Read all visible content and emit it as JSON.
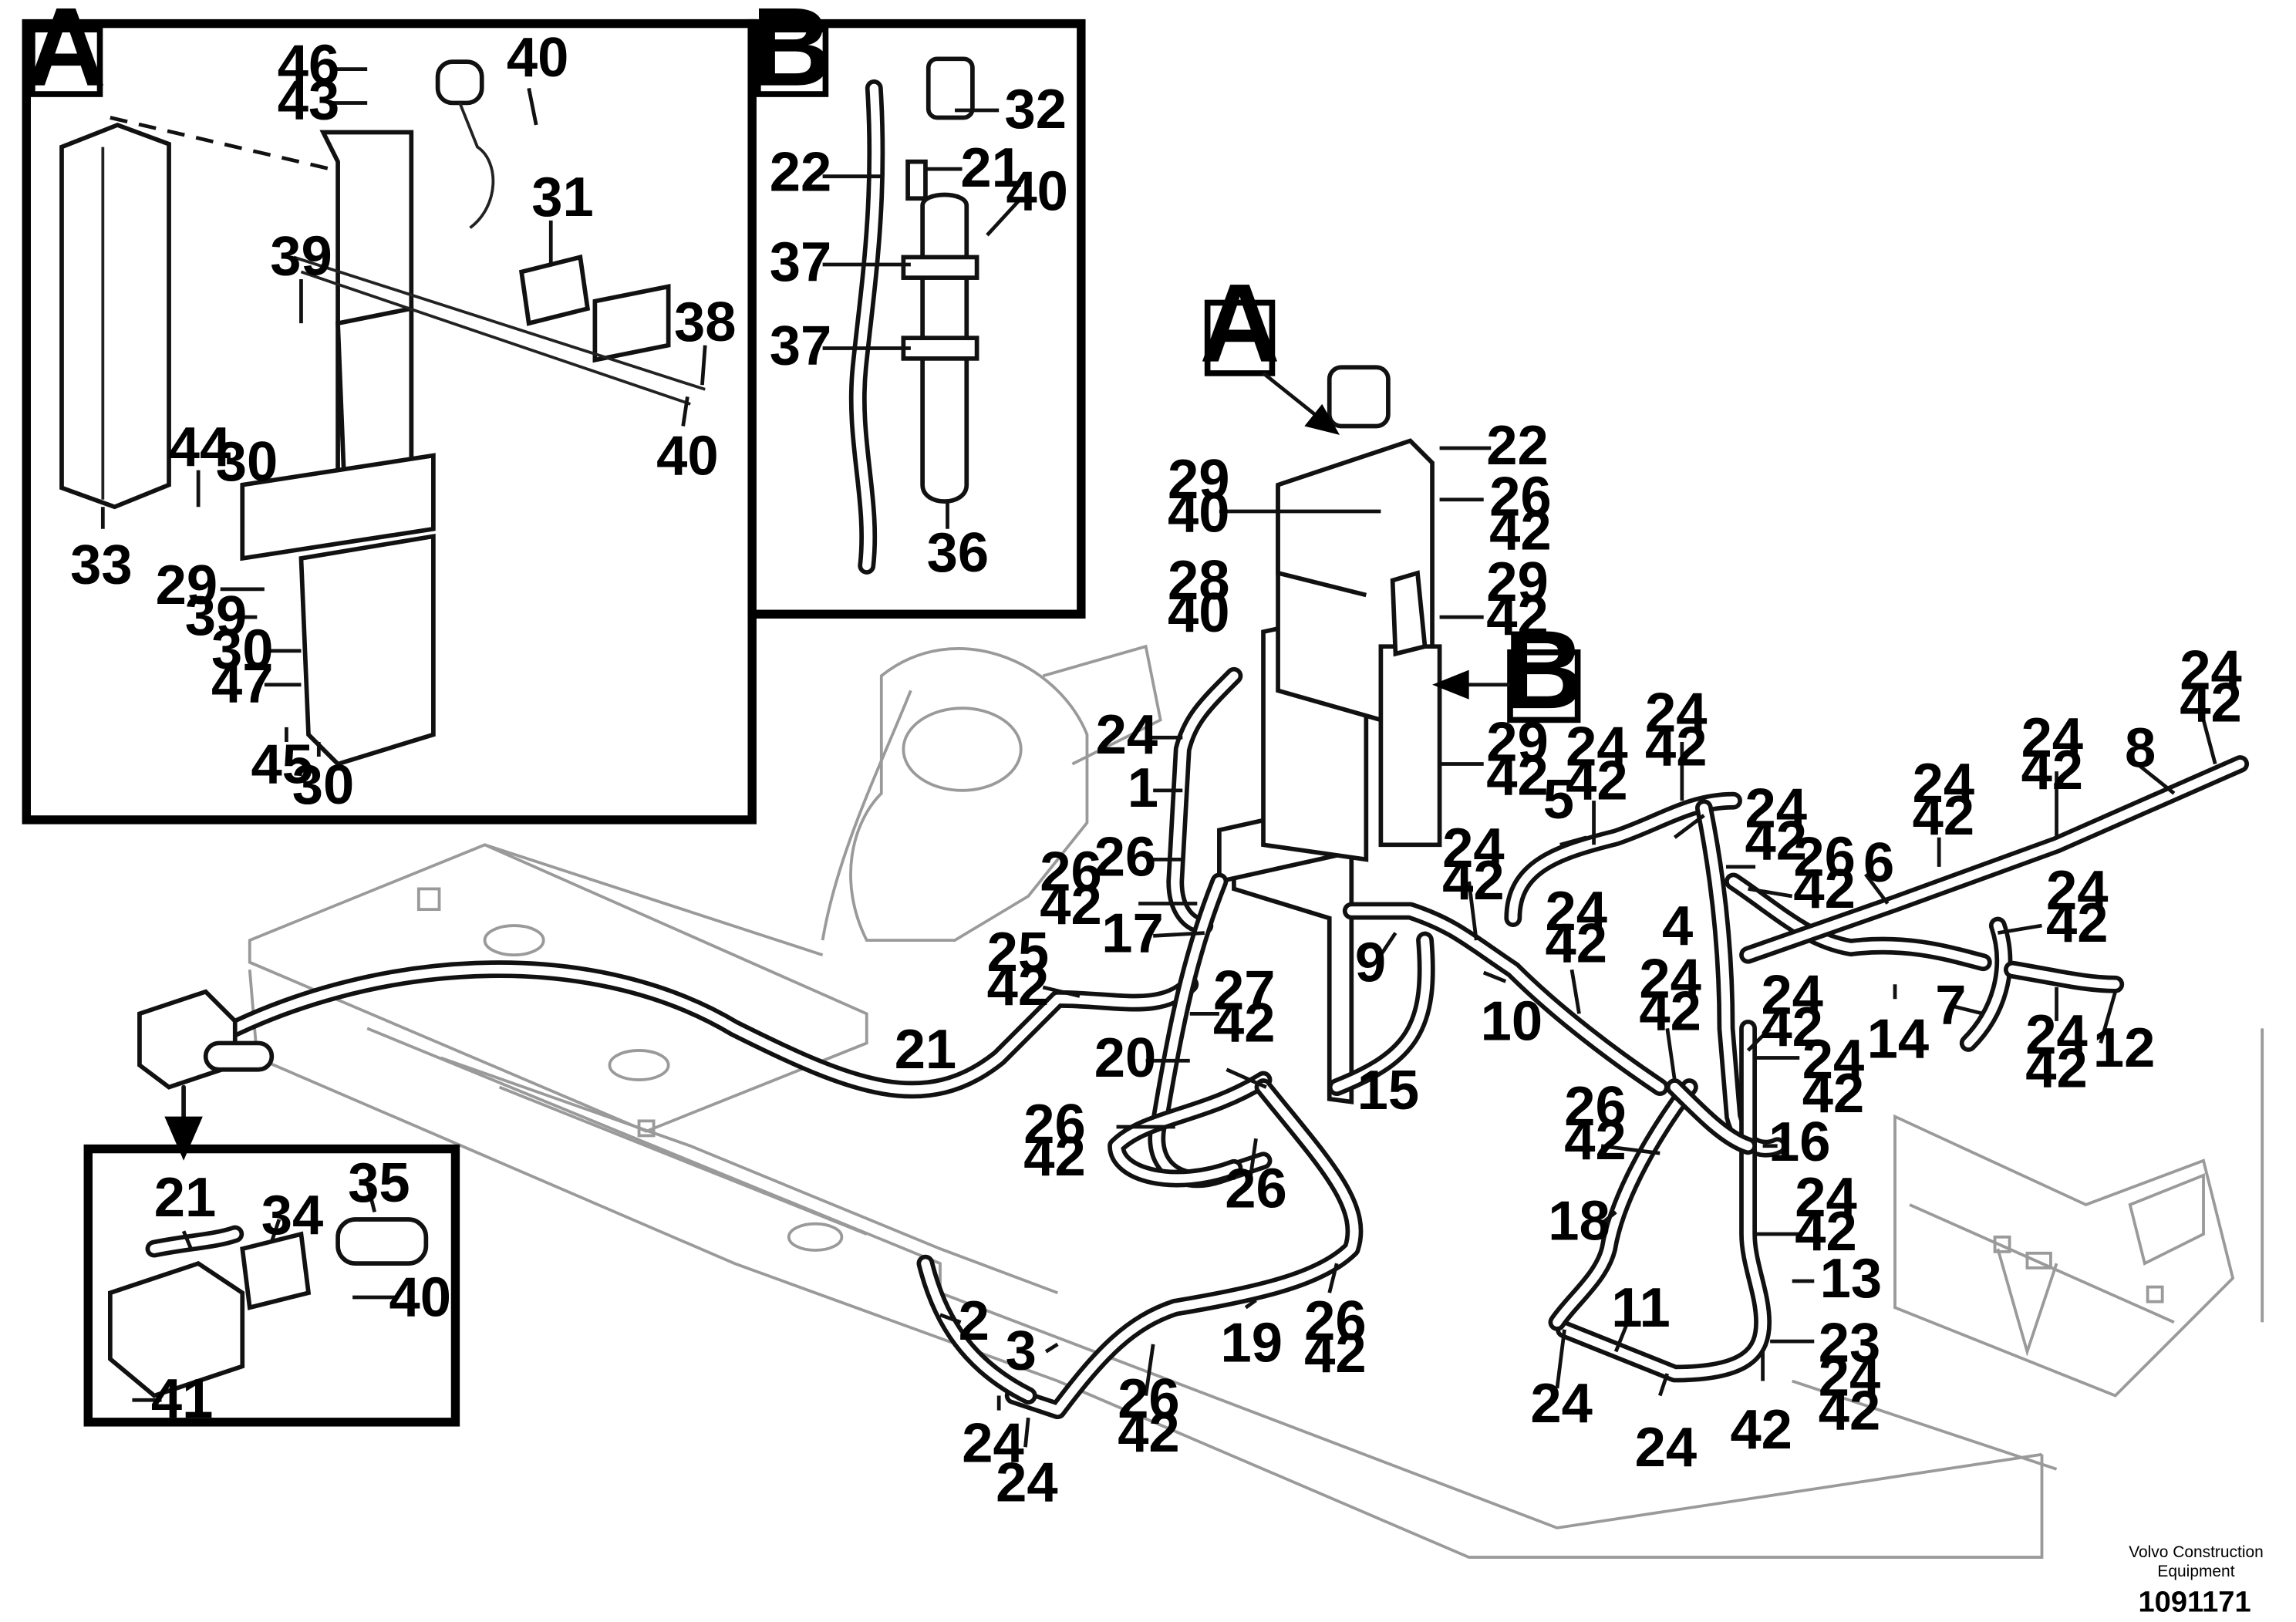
{
  "views": {
    "a": "A",
    "b": "B"
  },
  "callouts": {
    "p46": "46",
    "p43": "43",
    "p40": "40",
    "p31": "31",
    "p39": "39",
    "p38": "38",
    "p44": "44",
    "p30": "30",
    "p33": "33",
    "p29": "29",
    "p47": "47",
    "p45": "45",
    "p22": "22",
    "p32": "32",
    "p21": "21",
    "p37": "37",
    "p36": "36",
    "p26": "26",
    "p42": "42",
    "p28": "28",
    "p24": "24",
    "p1": "1",
    "p5": "5",
    "p4": "4",
    "p6": "6",
    "p8": "8",
    "p17": "17",
    "p25": "25",
    "p27": "27",
    "p9": "9",
    "p10": "10",
    "p20": "20",
    "p15": "15",
    "p7": "7",
    "p14": "14",
    "p12": "12",
    "p16": "16",
    "p18": "18",
    "p13": "13",
    "p19": "19",
    "p2": "2",
    "p3": "3",
    "p11": "11",
    "p23": "23",
    "p34": "34",
    "p35": "35",
    "p41": "41"
  },
  "footer": {
    "company": "Volvo Construction",
    "company2": "Equipment",
    "drawing_number": "1091171"
  }
}
